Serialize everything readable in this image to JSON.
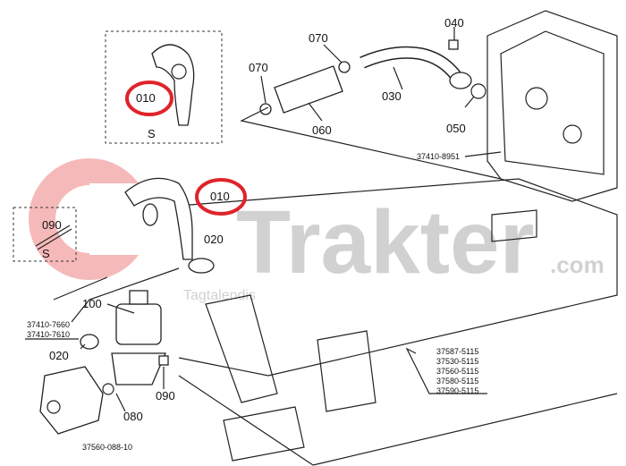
{
  "diagram": {
    "callouts": {
      "c040": "040",
      "c070a": "070",
      "c070b": "070",
      "c030": "030",
      "c060": "060",
      "c050": "050",
      "c8951": "37410-8951",
      "c010_inset": "010",
      "s_inset_top": "S",
      "c010": "010",
      "c020": "020",
      "c090_inset": "090",
      "s_inset_left": "S",
      "c100": "100",
      "c7660": "37410-7660",
      "c7610": "37410-7610",
      "c020b": "020",
      "c090": "090",
      "c080": "080",
      "frame_parts": [
        "37587-5115",
        "37530-5115",
        "37560-5115",
        "37580-5115",
        "37590-5115"
      ],
      "drawing_no": "37560-088-10"
    },
    "watermark": {
      "brand": "Trakter",
      "domain": ".com",
      "tagline": "Tagtalendis"
    },
    "highlight_color": "#e0232a",
    "watermark_color": "#f08080"
  }
}
